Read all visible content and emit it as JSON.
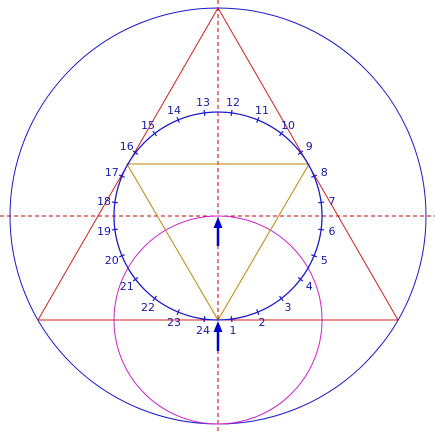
{
  "colors": {
    "outer_circle": "#1a1acc",
    "inner_circle": "#1a1acc",
    "triangle_outer": "#cc2222",
    "triangle_inner": "#b8860b",
    "magenta_circle": "#cc22cc",
    "axes": "#cc0000",
    "arrows": "#0000cc",
    "labels": "#1a1aaa"
  },
  "points": [
    {
      "n": "1"
    },
    {
      "n": "2"
    },
    {
      "n": "3"
    },
    {
      "n": "4"
    },
    {
      "n": "5"
    },
    {
      "n": "6"
    },
    {
      "n": "7"
    },
    {
      "n": "8"
    },
    {
      "n": "9"
    },
    {
      "n": "10"
    },
    {
      "n": "11"
    },
    {
      "n": "12"
    },
    {
      "n": "13"
    },
    {
      "n": "14"
    },
    {
      "n": "15"
    },
    {
      "n": "16"
    },
    {
      "n": "17"
    },
    {
      "n": "18"
    },
    {
      "n": "19"
    },
    {
      "n": "20"
    },
    {
      "n": "21"
    },
    {
      "n": "22"
    },
    {
      "n": "23"
    },
    {
      "n": "24"
    }
  ]
}
